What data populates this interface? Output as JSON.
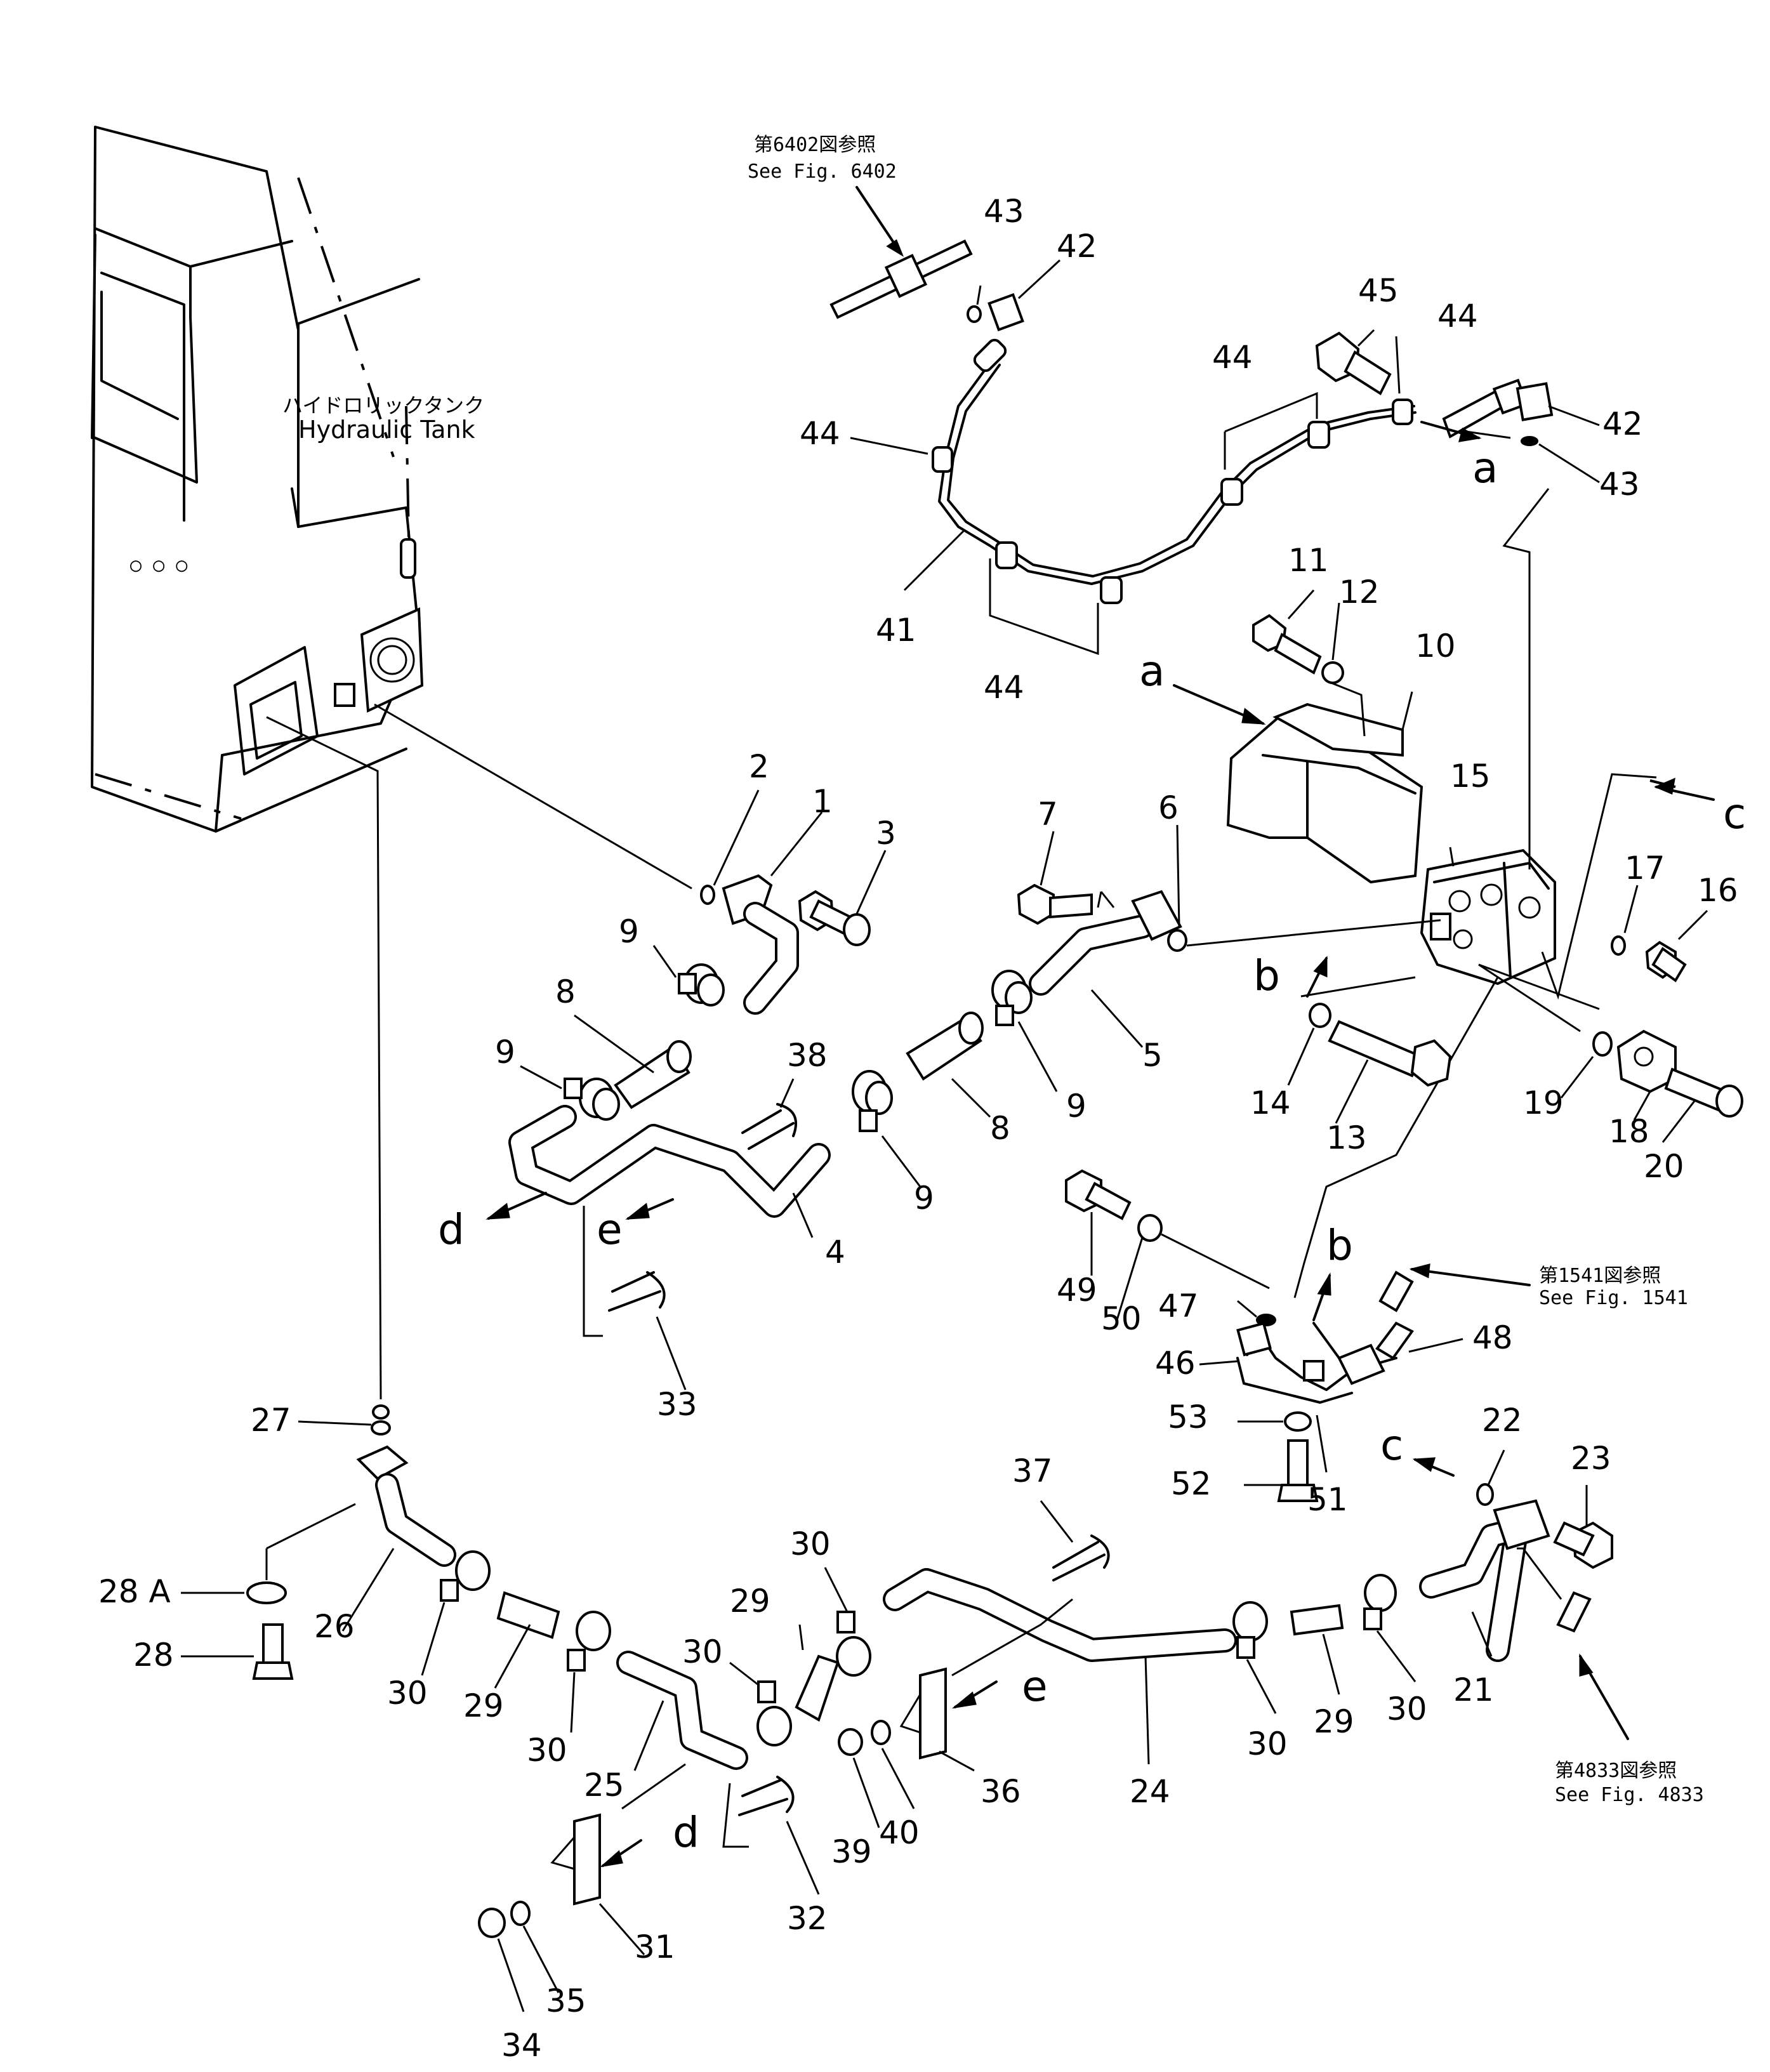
{
  "references": {
    "fig6402_jp": "第6402図参照",
    "fig6402_en": "See  Fig.  6402",
    "fig1541_jp": "第1541図参照",
    "fig1541_en": "See  Fig.  1541",
    "fig4833_jp": "第4833図参照",
    "fig4833_en": "See  Fig.  4833"
  },
  "tank": {
    "label_jp": "ハイドロリックタンク",
    "label_en": "Hydraulic Tank"
  },
  "view_markers": {
    "a": "a",
    "b": "b",
    "c": "c",
    "d": "d",
    "e": "e"
  },
  "part_numbers": {
    "p1": "1",
    "p2": "2",
    "p3": "3",
    "p4": "4",
    "p5": "5",
    "p6": "6",
    "p7": "7",
    "p8a": "8",
    "p8b": "8",
    "p9a": "9",
    "p9b": "9",
    "p9c": "9",
    "p9d": "9",
    "p10": "10",
    "p11": "11",
    "p12": "12",
    "p13": "13",
    "p14": "14",
    "p15": "15",
    "p16": "16",
    "p17": "17",
    "p18": "18",
    "p19": "19",
    "p20": "20",
    "p21": "21",
    "p22": "22",
    "p23": "23",
    "p24": "24",
    "p25": "25",
    "p26": "26",
    "p27": "27",
    "p28": "28",
    "p28a": "28 A",
    "p29a": "29",
    "p29b": "29",
    "p29c": "29",
    "p30a": "30",
    "p30b": "30",
    "p30c": "30",
    "p30d": "30",
    "p30e": "30",
    "p30f": "30",
    "p31": "31",
    "p32": "32",
    "p33": "33",
    "p34": "34",
    "p35": "35",
    "p36": "36",
    "p37": "37",
    "p38": "38",
    "p39": "39",
    "p40": "40",
    "p41": "41",
    "p42a": "42",
    "p42b": "42",
    "p43a": "43",
    "p43b": "43",
    "p44a": "44",
    "p44b": "44",
    "p44c": "44",
    "p44d": "44",
    "p45": "45",
    "p46": "46",
    "p47": "47",
    "p48": "48",
    "p49": "49",
    "p50": "50",
    "p51": "51",
    "p52": "52",
    "p53": "53"
  }
}
